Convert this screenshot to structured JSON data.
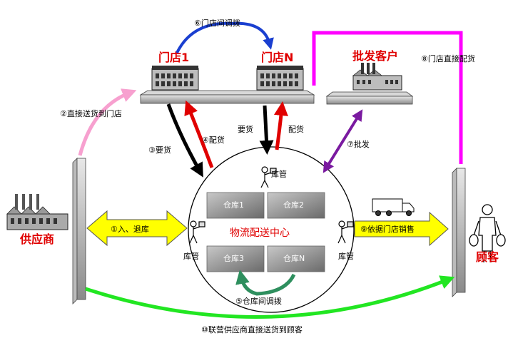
{
  "stores": {
    "store1": "门店1",
    "storeN": "门店N",
    "wholesale": "批发客户"
  },
  "parties": {
    "supplier": "供应商",
    "customer": "顾客"
  },
  "center": {
    "title": "物流配送中心",
    "warehouses": [
      "仓库1",
      "仓库2",
      "仓库3",
      "仓库N"
    ],
    "keeper": "库管"
  },
  "flows": {
    "f1": "①入、退库",
    "f2": "②直接送货到门店",
    "f3": "③要货",
    "f4": "④配货",
    "f5": "⑤仓库间调拨",
    "f6": "⑥门店间调拨",
    "f7": "⑦批发",
    "f8": "⑧门店直接配货",
    "f9": "⑨依据门店销售",
    "f10": "⑩联营供应商直接送货到顾客",
    "request": "要货",
    "distribute": "配货"
  },
  "colors": {
    "red": "#e00000",
    "blue": "#1a3fd0",
    "magenta": "#ff00ff",
    "purple": "#7a1aa0",
    "green": "#22e622",
    "pink": "#f7a0cf",
    "teal": "#2e8f5e",
    "yellow": "#ffff00"
  }
}
